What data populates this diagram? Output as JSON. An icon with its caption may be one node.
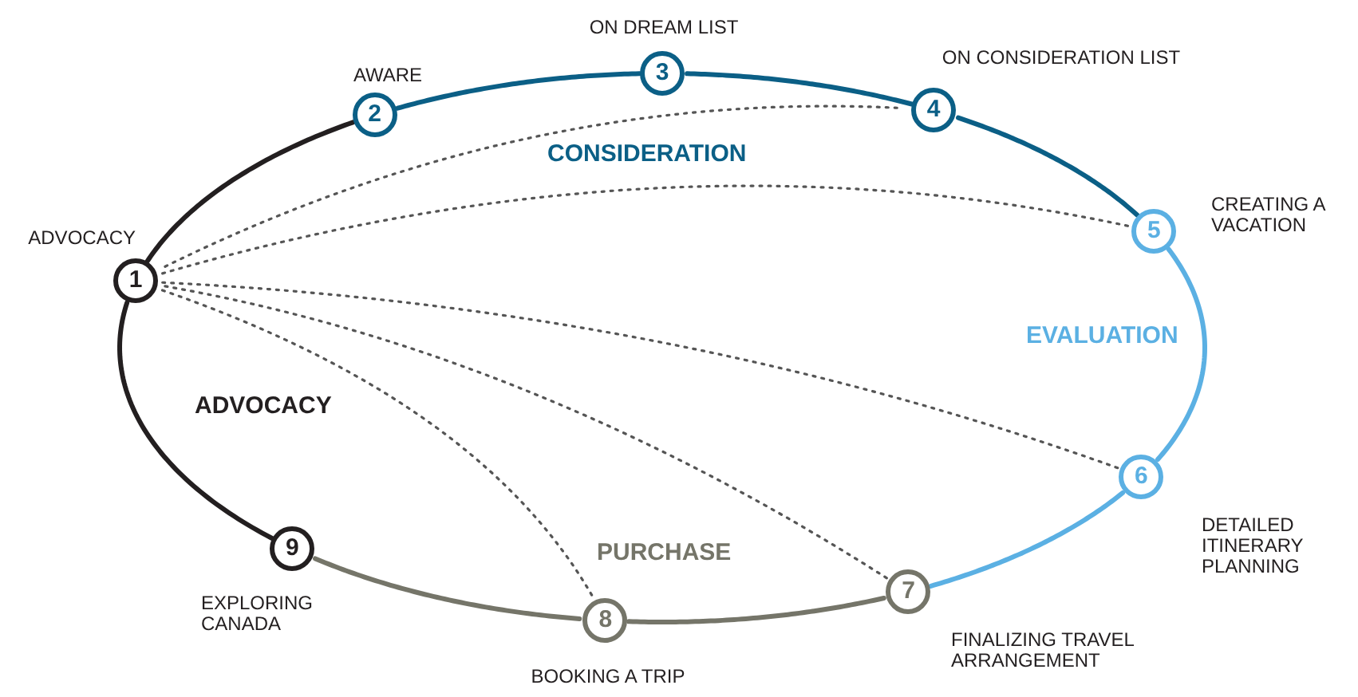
{
  "diagram": {
    "nodes": [
      {
        "text": [
          "1"
        ],
        "beside": [
          "ADVOCACY"
        ]
      },
      {
        "text": [
          "2"
        ],
        "beside": [
          "AWARE"
        ]
      },
      {
        "text": [
          "3"
        ],
        "beside": [
          "ON DREAM LIST"
        ]
      },
      {
        "text": [
          "4"
        ],
        "beside": [
          "ON CONSIDERATION LIST"
        ]
      },
      {
        "text": [
          "5"
        ],
        "beside": [
          "CREATING A VACATION"
        ]
      },
      {
        "text": [
          "6"
        ],
        "beside": [
          "DETAILED ITINERARY PLANNING"
        ]
      },
      {
        "text": [
          "7"
        ],
        "beside": [
          "FINALIZING TRAVEL ARRANGEMENT"
        ]
      },
      {
        "text": [
          "8"
        ],
        "beside": [
          "BOOKING A TRIP"
        ]
      },
      {
        "text": [
          "9"
        ],
        "beside": [
          "EXPLORING CANADA"
        ]
      }
    ],
    "edges": [
      {
        "from": 0,
        "to": 1,
        "arrow": "none",
        "color": "#231f20"
      },
      {
        "from": 1,
        "to": 2,
        "arrow": "none"
      },
      {
        "from": 2,
        "to": 3,
        "arrow": "none"
      },
      {
        "from": 3,
        "to": 4,
        "arrow": "none"
      },
      {
        "from": 4,
        "to": 5,
        "arrow": "none",
        "color": "#5bb0e3"
      },
      {
        "from": 5,
        "to": 6,
        "arrow": "none",
        "color": "#5bb0e3"
      },
      {
        "from": 6,
        "to": 7,
        "arrow": "none",
        "color": "#757569"
      },
      {
        "from": 7,
        "to": 8,
        "arrow": "none",
        "color": "#757569"
      },
      {
        "from": 8,
        "to": 0,
        "arrow": "none",
        "color": "#231f20"
      },
      {
        "from": 0,
        "to": 3,
        "arrow": "none",
        "style": "dashed",
        "color": "#555555"
      },
      {
        "from": 0,
        "to": 4,
        "arrow": "none",
        "style": "dashed",
        "color": "#555555"
      },
      {
        "from": 0,
        "to": 5,
        "arrow": "none",
        "style": "dashed",
        "color": "#555555"
      },
      {
        "from": 0,
        "to": 6,
        "arrow": "none",
        "style": "dashed",
        "color": "#555555"
      },
      {
        "from": 0,
        "to": 7,
        "arrow": "none",
        "style": "dashed",
        "color": "#555555"
      }
    ],
    "labels": [
      "CONSIDERATION",
      "EVALUATION",
      "ADVOCACY",
      "PURCHASE"
    ]
  }
}
